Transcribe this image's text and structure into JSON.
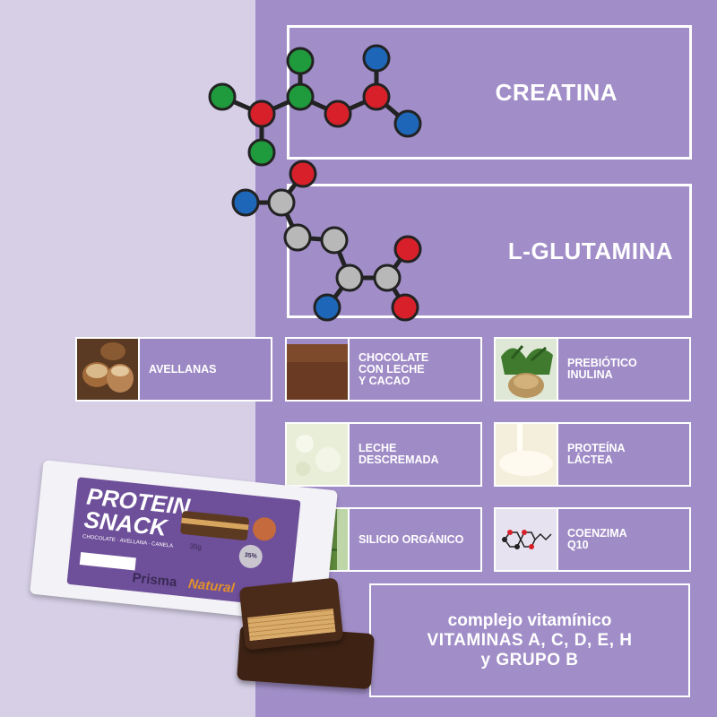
{
  "headings": {
    "creatina": "CREATINA",
    "glutamina": "L-GLUTAMINA"
  },
  "ingredients": {
    "avellanas": "AVELLANAS",
    "chocolate": [
      "CHOCOLATE",
      "CON LECHE",
      "Y CACAO"
    ],
    "prebiotico": [
      "PREBIÓTICO",
      "INULINA"
    ],
    "leche": [
      "LECHE",
      "DESCREMADA"
    ],
    "proteina": [
      "PROTEÍNA",
      "LÁCTEA"
    ],
    "silicio": "SILICIO ORGÁNICO",
    "coenzima": [
      "COENZIMA",
      "Q10"
    ]
  },
  "vitaminas": {
    "line1": "complejo vitamínico",
    "line2": "VITAMINAS A, C, D, E, H",
    "line3": "y GRUPO B"
  },
  "product": {
    "title_line1": "PROTEIN",
    "title_line2": "SNACK",
    "flavour": "CHOCOLATE · AVELLANA · CANELA",
    "brand_part1": "Prisma",
    "brand_part2": "Natural",
    "weight": "35g",
    "badge": "35%"
  },
  "colors": {
    "left_bg": "#d6cfe6",
    "right_bg": "#a18ec8",
    "atom_green": "#1f9a3c",
    "atom_red": "#d8202a",
    "atom_blue": "#1d66b8",
    "atom_grey": "#b8b8b8"
  }
}
